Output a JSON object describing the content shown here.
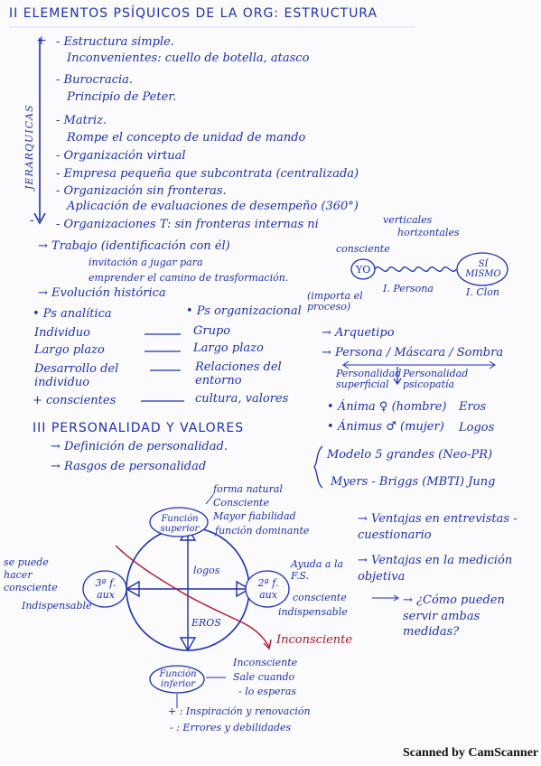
{
  "colors": {
    "ink": "#1d2fb3",
    "red": "#b3132b",
    "paper": "#fbfbfe"
  },
  "s1": {
    "title": "II ELEMENTOS PSÍQUICOS DE LA ORG: ESTRUCTURA",
    "plus": "+",
    "minus": "-",
    "vertical_label": "JERARQUICAS",
    "items": [
      "- Estructura simple.",
      "Inconvenientes: cuello de botella, atasco",
      "- Burocracia.",
      "Principio de Peter.",
      "- Matriz.",
      "Rompe el concepto de unidad de mando",
      "- Organización virtual",
      "- Empresa pequeña que subcontrata (centralizada)",
      "- Organización sin fronteras.",
      "Aplicación de evaluaciones de desempeño (360°)",
      "- Organizaciones T: sin fronteras internas ni",
      "verticales",
      "horizontales"
    ]
  },
  "s2": {
    "trabajo": "→ Trabajo (identificación con él)",
    "trabajo_2": "invitación a jugar para",
    "trabajo_3": "emprender el camino de trasformación.",
    "consciente": "consciente",
    "yo": "YO",
    "si_mismo": "SÍ MISMO",
    "persona_lbl": "I. Persona",
    "clon_lbl": "I. Clon",
    "evolucion": "→ Evolución histórica",
    "importa": "(importa el proceso)",
    "ps_analitica": "• Ps analítica",
    "ps_org": "• Ps organizacional",
    "pairs": [
      [
        "Individuo",
        "Grupo"
      ],
      [
        "Largo plazo",
        "Largo plazo"
      ],
      [
        "Desarrollo del individuo",
        "Relaciones del entorno"
      ],
      [
        "+ conscientes",
        "cultura, valores"
      ]
    ],
    "arquetipo": "→ Arquetipo",
    "persona": "→ Persona / Máscara / Sombra",
    "pers_sup": "Personalidad superficial",
    "pers_prof": "Personalidad psicopatía",
    "anima": "• Ánima ♀ (hombre)",
    "eros": "Eros",
    "animus": "• Ánimus ♂ (mujer)",
    "logos": "Logos"
  },
  "s3": {
    "title": "III PERSONALIDAD Y VALORES",
    "def": "→ Definición de personalidad.",
    "rasgos": "→ Rasgos de personalidad",
    "modelo": "Modelo 5 grandes (Neo-PR)",
    "myers": "Myers - Briggs (MBTI) Jung"
  },
  "diagram": {
    "top_notes": [
      "forma natural",
      "Consciente",
      "Mayor fiabilidad",
      "función dominante"
    ],
    "funcion_superior": "Función superior",
    "logos": "logos",
    "eros": "EROS",
    "left_note": "se puede hacer consciente",
    "aux3": "3ª f. aux",
    "indispensable_l": "Indispensable",
    "aux2": "2ª f. aux",
    "ayuda": "Ayuda a la F.S.",
    "consciente_r": "consciente",
    "indispensable_r": "indispensable",
    "inconsciente": "Inconsciente",
    "funcion_inferior": "Función inferior",
    "bottom_notes": [
      "Inconsciente",
      "Sale cuando",
      "- lo esperas"
    ],
    "plus_note": "+ : Inspiración y renovación",
    "minus_note": "- : Errores y debilidades"
  },
  "right": {
    "ventajas1": "→ Ventajas en entrevistas - cuestionario",
    "ventajas2": "→ Ventajas en la medición objetiva",
    "question": "→ ¿Cómo pueden servir ambas medidas?"
  },
  "footer": "Scanned by CamScanner"
}
